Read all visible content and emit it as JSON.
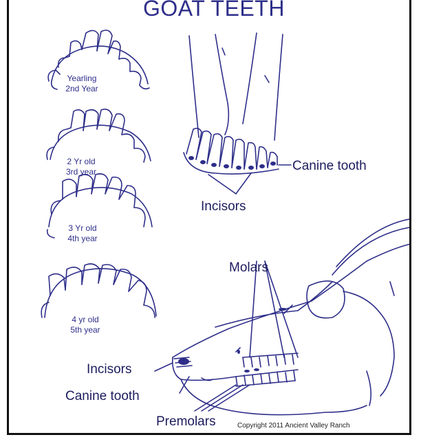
{
  "title": "GOAT TEETH",
  "age_stages": [
    {
      "line1": "Yearling",
      "line2": "2nd Year"
    },
    {
      "line1": "2 Yr old",
      "line2": "3rd year"
    },
    {
      "line1": "3 Yr old",
      "line2": "4th year"
    },
    {
      "line1": "4 yr old",
      "line2": "5th year"
    }
  ],
  "front_view": {
    "canine_label": "Canine tooth",
    "incisors_label": "Incisors"
  },
  "side_view": {
    "molars_label": "Molars",
    "incisors_label": "Incisors",
    "canine_label": "Canine tooth",
    "premolars_label": "Premolars"
  },
  "copyright": "Copyright 2011 Ancient Valley Ranch",
  "colors": {
    "ink": "#2e2e8a",
    "label": "#1c1c5e",
    "frame": "#111111"
  }
}
